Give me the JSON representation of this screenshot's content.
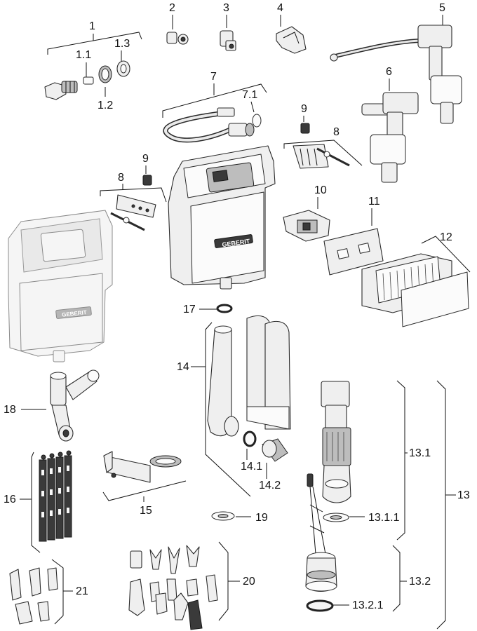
{
  "labels": {
    "l1": "1",
    "l1_1": "1.1",
    "l1_2": "1.2",
    "l1_3": "1.3",
    "l2": "2",
    "l3": "3",
    "l4": "4",
    "l5": "5",
    "l6": "6",
    "l7": "7",
    "l7_1": "7.1",
    "l8a": "8",
    "l8b": "8",
    "l9a": "9",
    "l9b": "9",
    "l10": "10",
    "l11": "11",
    "l12": "12",
    "l13": "13",
    "l13_1": "13.1",
    "l13_1_1": "13.1.1",
    "l13_2": "13.2",
    "l13_2_1": "13.2.1",
    "l14": "14",
    "l14_1": "14.1",
    "l14_2": "14.2",
    "l15": "15",
    "l16": "16",
    "l17": "17",
    "l18": "18",
    "l19": "19",
    "l20": "20",
    "l21": "21"
  },
  "brand": "GEBERIT"
}
